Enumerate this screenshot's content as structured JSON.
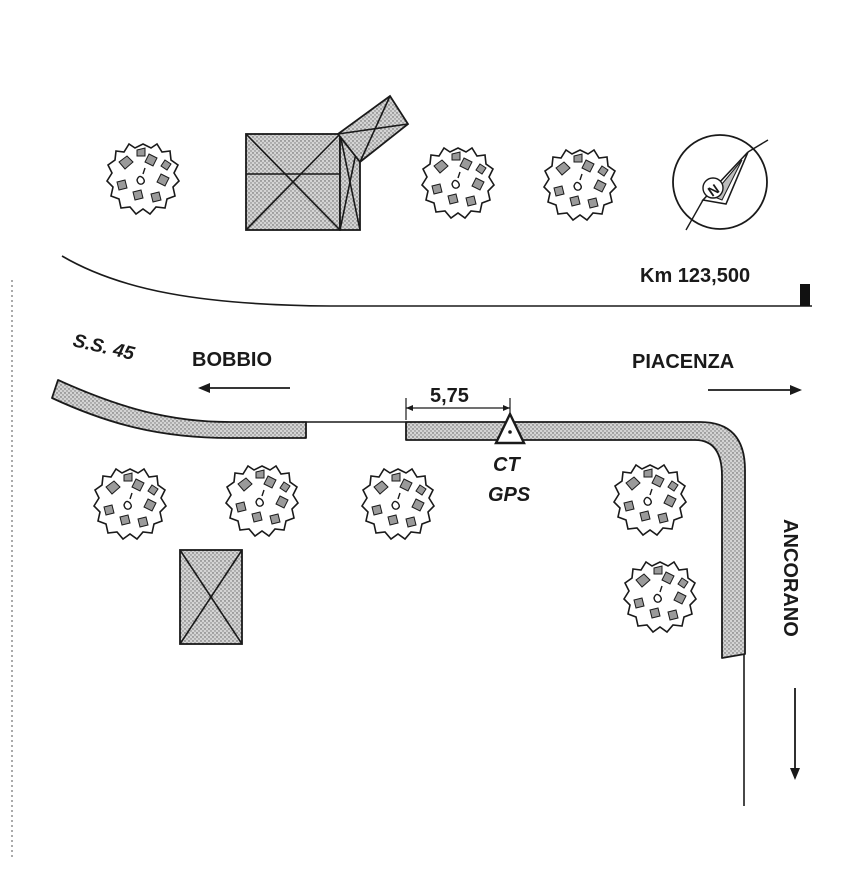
{
  "labels": {
    "road_name": "S.S. 45",
    "km_marker": "Km 123,500",
    "direction_west": "BOBBIO",
    "direction_east": "PIACENZA",
    "direction_south": "ANCORANO",
    "distance": "5,75",
    "station_code": "CT",
    "station_type": "GPS"
  },
  "north_arrow": {
    "letter": "N"
  },
  "icons": {
    "tree": "tree-icon",
    "building": "building-icon",
    "triangle": "survey-point-triangle-icon",
    "compass": "north-arrow-icon"
  }
}
